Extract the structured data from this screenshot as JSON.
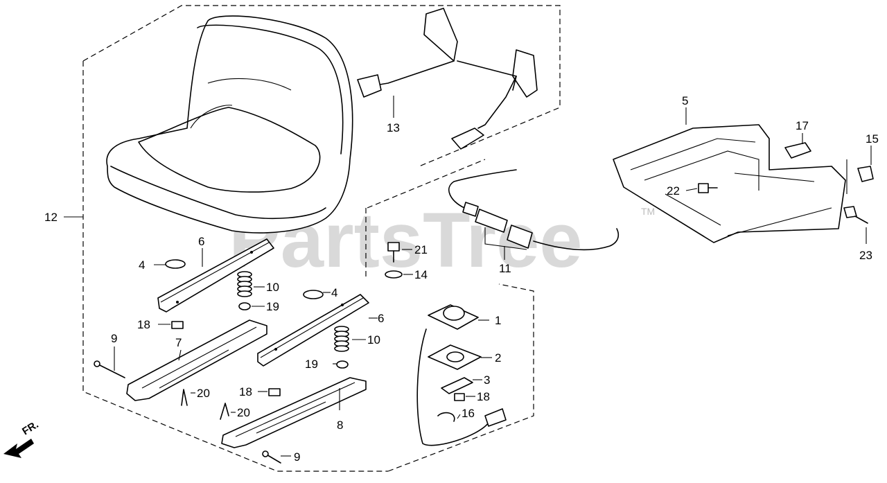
{
  "diagram": {
    "watermark": "PartsTree",
    "trademark": "TM",
    "front_indicator": "FR.",
    "callouts": [
      {
        "id": "c1",
        "label": "1"
      },
      {
        "id": "c2",
        "label": "2"
      },
      {
        "id": "c3",
        "label": "3"
      },
      {
        "id": "c4a",
        "label": "4"
      },
      {
        "id": "c4b",
        "label": "4"
      },
      {
        "id": "c5",
        "label": "5"
      },
      {
        "id": "c6a",
        "label": "6"
      },
      {
        "id": "c6b",
        "label": "6"
      },
      {
        "id": "c7",
        "label": "7"
      },
      {
        "id": "c8",
        "label": "8"
      },
      {
        "id": "c9a",
        "label": "9"
      },
      {
        "id": "c9b",
        "label": "9"
      },
      {
        "id": "c10a",
        "label": "10"
      },
      {
        "id": "c10b",
        "label": "10"
      },
      {
        "id": "c11",
        "label": "11"
      },
      {
        "id": "c12",
        "label": "12"
      },
      {
        "id": "c13",
        "label": "13"
      },
      {
        "id": "c14",
        "label": "14"
      },
      {
        "id": "c15",
        "label": "15"
      },
      {
        "id": "c16",
        "label": "16"
      },
      {
        "id": "c17",
        "label": "17"
      },
      {
        "id": "c18a",
        "label": "18"
      },
      {
        "id": "c18b",
        "label": "18"
      },
      {
        "id": "c18c",
        "label": "18"
      },
      {
        "id": "c19a",
        "label": "19"
      },
      {
        "id": "c19b",
        "label": "19"
      },
      {
        "id": "c20a",
        "label": "20"
      },
      {
        "id": "c20b",
        "label": "20"
      },
      {
        "id": "c21",
        "label": "21"
      },
      {
        "id": "c22",
        "label": "22"
      },
      {
        "id": "c23",
        "label": "23"
      }
    ]
  }
}
